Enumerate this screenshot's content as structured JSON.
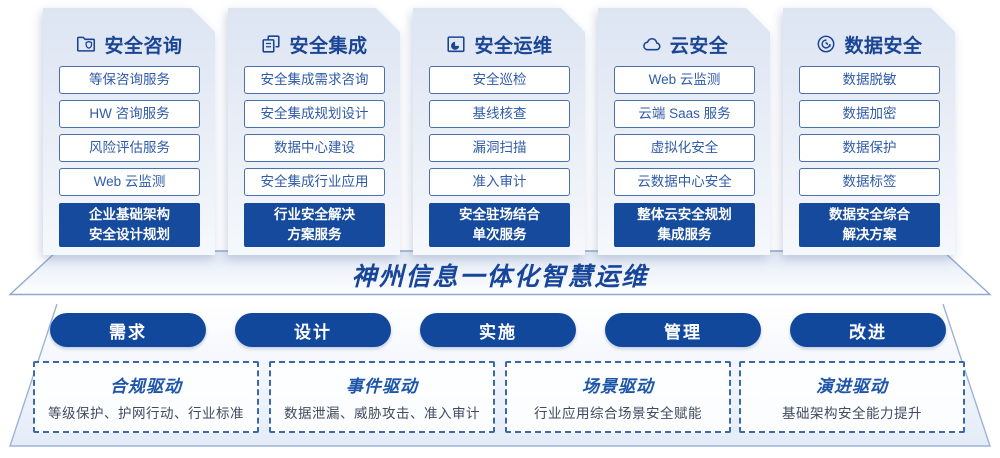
{
  "palette": {
    "primary_dark_blue": "#164a9c",
    "header_text_blue": "#1a4494",
    "item_border_blue": "#4a6fae",
    "item_text_blue": "#2f5ba8",
    "dashed_border_blue": "#3b68ad",
    "driver_title_blue": "#1d55a8",
    "driver_desc_gray": "#3f4b5f",
    "card_gradient_top": "#dde5f3",
    "card_gradient_bottom": "#f5f8fc"
  },
  "columns": [
    {
      "title": "安全咨询",
      "icon": "folder-shield-icon",
      "items": [
        "等保咨询服务",
        "HW 咨询服务",
        "风险评估服务",
        "Web 云监测"
      ],
      "highlight": "企业基础架构\n安全设计规划"
    },
    {
      "title": "安全集成",
      "icon": "document-copy-icon",
      "items": [
        "安全集成需求咨询",
        "安全集成规划设计",
        "数据中心建设",
        "安全集成行业应用"
      ],
      "highlight": "行业安全解决\n方案服务"
    },
    {
      "title": "安全运维",
      "icon": "monitor-pie-icon",
      "items": [
        "安全巡检",
        "基线核查",
        "漏洞扫描",
        "准入审计"
      ],
      "highlight": "安全驻场结合\n单次服务"
    },
    {
      "title": "云安全",
      "icon": "cloud-icon",
      "items": [
        "Web 云监测",
        "云端 Saas 服务",
        "虚拟化安全",
        "云数据中心安全"
      ],
      "highlight": "整体云安全规划\n集成服务"
    },
    {
      "title": "数据安全",
      "icon": "fingerprint-icon",
      "items": [
        "数据脱敏",
        "数据加密",
        "数据保护",
        "数据标签"
      ],
      "highlight": "数据安全综合\n解决方案"
    }
  ],
  "banner": {
    "title": "神州信息一体化智慧运维"
  },
  "process_steps": [
    {
      "label": "需求"
    },
    {
      "label": "设计"
    },
    {
      "label": "实施"
    },
    {
      "label": "管理"
    },
    {
      "label": "改进"
    }
  ],
  "drivers": [
    {
      "title": "合规驱动",
      "desc": "等级保护、护网行动、行业标准"
    },
    {
      "title": "事件驱动",
      "desc": "数据泄漏、威胁攻击、准入审计"
    },
    {
      "title": "场景驱动",
      "desc": "行业应用综合场景安全赋能"
    },
    {
      "title": "演进驱动",
      "desc": "基础架构安全能力提升"
    }
  ]
}
